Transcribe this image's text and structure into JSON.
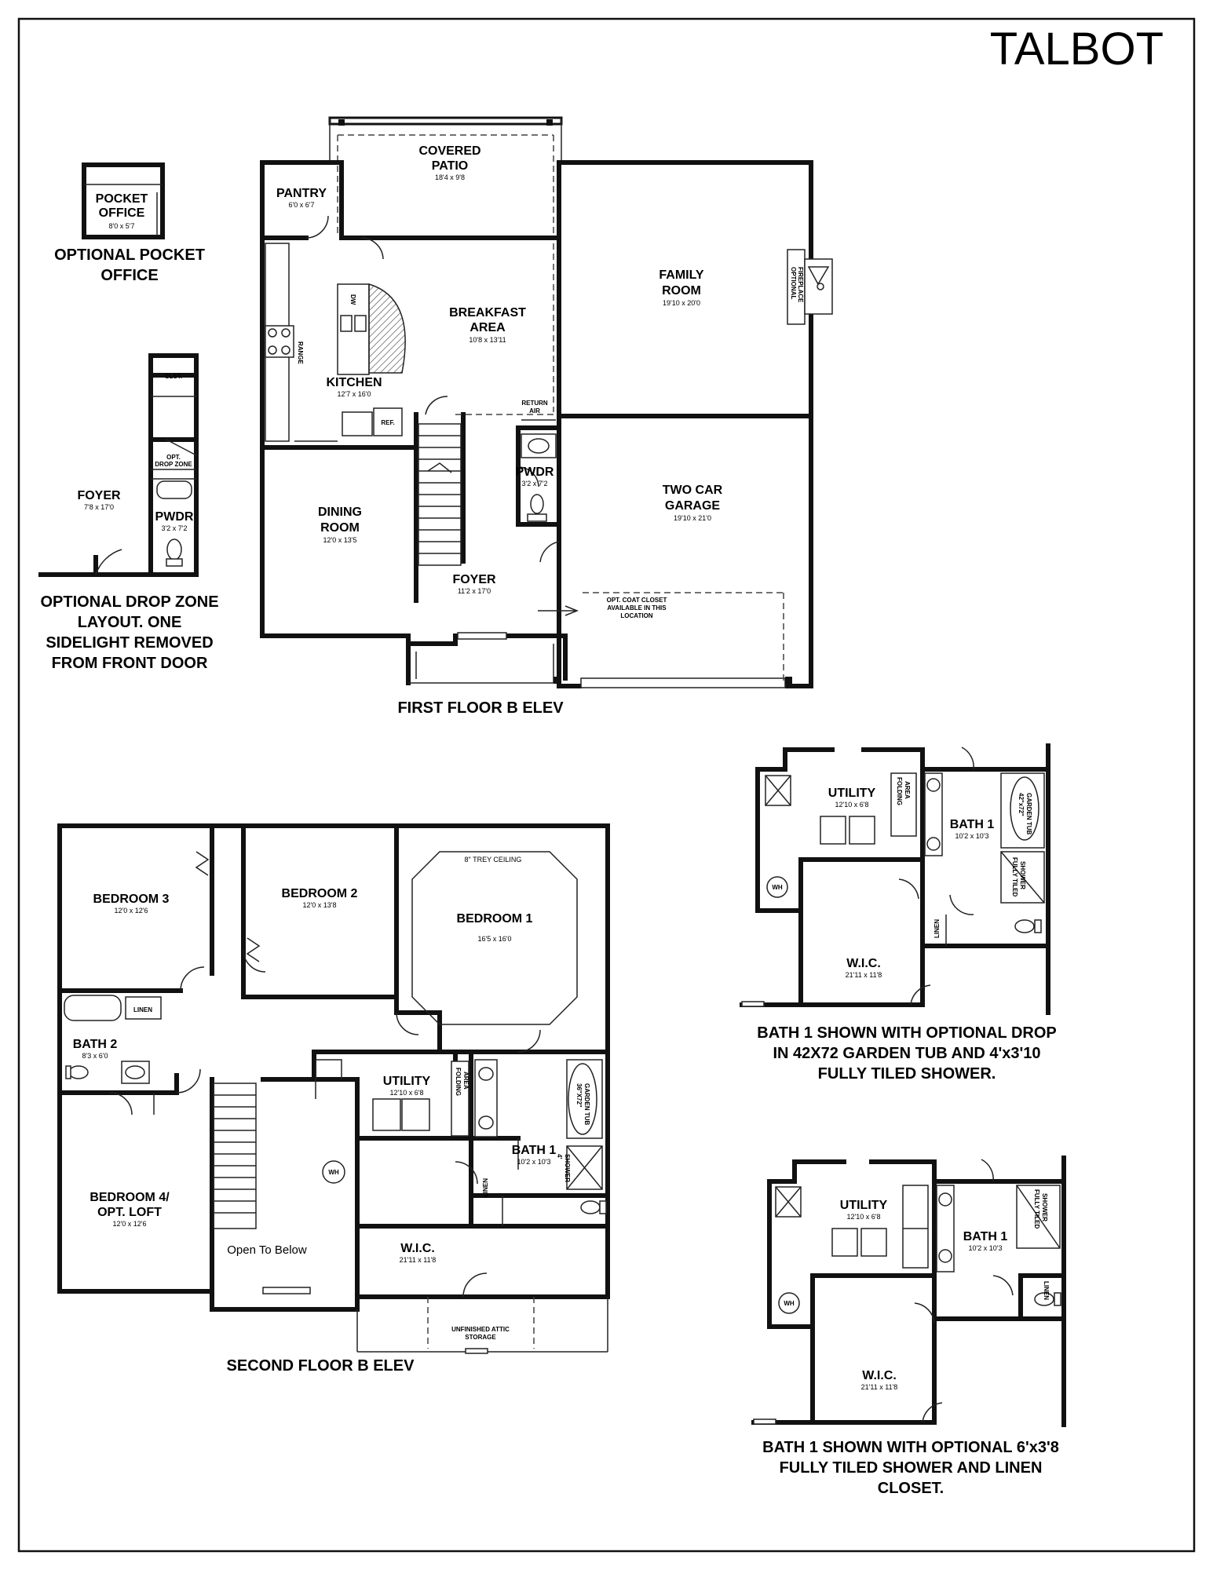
{
  "title": "TALBOT",
  "captions": {
    "pocket_office": [
      "OPTIONAL POCKET",
      "OFFICE"
    ],
    "drop_zone": [
      "OPTIONAL DROP ZONE",
      "LAYOUT.  ONE",
      "SIDELIGHT REMOVED",
      "FROM FRONT DOOR"
    ],
    "first_floor": "FIRST FLOOR B ELEV",
    "second_floor": "SECOND FLOOR B ELEV",
    "bath_opt1": [
      "BATH 1 SHOWN WITH OPTIONAL DROP",
      "IN 42X72 GARDEN TUB AND 4'x3'10",
      "FULLY TILED SHOWER."
    ],
    "bath_opt2": [
      "BATH 1 SHOWN WITH OPTIONAL 6'x3'8",
      "FULLY TILED SHOWER AND LINEN",
      "CLOSET."
    ]
  },
  "pocket_office": {
    "name": [
      "POCKET",
      "OFFICE"
    ],
    "size": "8'0 x 5'7"
  },
  "drop_zone": {
    "foyer": {
      "name": "FOYER",
      "size": "7'8 x 17'0"
    },
    "pwdr": {
      "name": "PWDR",
      "size": "3'2 x 7'2"
    },
    "clst": "CLST.",
    "drop_zone_label": [
      "OPT.",
      "DROP ZONE"
    ]
  },
  "first_floor": {
    "covered_patio": {
      "name": [
        "COVERED",
        "PATIO"
      ],
      "size": "18'4 x 9'8"
    },
    "pantry": {
      "name": "PANTRY",
      "size": "6'0 x 6'7"
    },
    "family_room": {
      "name": [
        "FAMILY",
        "ROOM"
      ],
      "size": "19'10 x 20'0"
    },
    "breakfast": {
      "name": [
        "BREAKFAST",
        "AREA"
      ],
      "size": "10'8 x 13'11"
    },
    "kitchen": {
      "name": "KITCHEN",
      "size": "12'7 x 16'0"
    },
    "dining": {
      "name": [
        "DINING",
        "ROOM"
      ],
      "size": "12'0 x 13'5"
    },
    "foyer": {
      "name": "FOYER",
      "size": "11'2 x 17'0"
    },
    "pwdr": {
      "name": "PWDR",
      "size": "3'2 x 7'2"
    },
    "garage": {
      "name": [
        "TWO CAR",
        "GARAGE"
      ],
      "size": "19'10 x 21'0"
    },
    "fireplace": [
      "OPTIONAL",
      "FIREPLACE"
    ],
    "return_air": [
      "RETURN",
      "AIR"
    ],
    "ref": "REF.",
    "range": "RANGE",
    "dw": "DW",
    "coat_closet": [
      "OPT. COAT CLOSET",
      "AVAILABLE IN THIS",
      "LOCATION"
    ]
  },
  "second_floor": {
    "bedroom3": {
      "name": "BEDROOM 3",
      "size": "12'0 x 12'6"
    },
    "bedroom2": {
      "name": "BEDROOM 2",
      "size": "12'0 x 13'8"
    },
    "bedroom1": {
      "name": "BEDROOM 1",
      "size": "16'5 x 16'0"
    },
    "trey": "8\" TREY CEILING",
    "bath2": {
      "name": "BATH 2",
      "size": "8'3 x 6'0"
    },
    "linen": "LINEN",
    "bedroom4": {
      "name": [
        "BEDROOM 4/",
        "OPT. LOFT"
      ],
      "size": "12'0 x 12'6"
    },
    "open_below": "Open To Below",
    "utility": {
      "name": "UTILITY",
      "size": "12'10 x 6'8"
    },
    "folding": [
      "FOLDING",
      "AREA"
    ],
    "bath1": {
      "name": "BATH 1",
      "size": "10'2 x 10'3"
    },
    "garden_tub": [
      "36\"X72\"",
      "GARDEN TUB"
    ],
    "shower": [
      "4'",
      "SHOWER"
    ],
    "wic": {
      "name": "W.I.C.",
      "size": "21'11 x 11'8"
    },
    "wh": "WH",
    "attic": [
      "UNFINISHED ATTIC",
      "STORAGE"
    ],
    "linen2": "LINEN"
  },
  "opt1": {
    "utility": {
      "name": "UTILITY",
      "size": "12'10 x 6'8"
    },
    "folding": [
      "FOLDING",
      "AREA"
    ],
    "bath1": {
      "name": "BATH 1",
      "size": "10'2 x 10'3"
    },
    "garden_tub": [
      "42\"x72\"",
      "GARDEN TUB"
    ],
    "tiled_shower": [
      "FULLY TILED",
      "SHOWER"
    ],
    "linen": "LINEN",
    "wh": "WH",
    "wic": {
      "name": "W.I.C.",
      "size": "21'11 x 11'8"
    }
  },
  "opt2": {
    "utility": {
      "name": "UTILITY",
      "size": "12'10 x 6'8"
    },
    "bath1": {
      "name": "BATH 1",
      "size": "10'2 x 10'3"
    },
    "tiled_shower": [
      "FULLY TILED",
      "SHOWER"
    ],
    "linen": "LINEN",
    "wh": "WH",
    "wic": {
      "name": "W.I.C.",
      "size": "21'11 x 11'8"
    }
  }
}
